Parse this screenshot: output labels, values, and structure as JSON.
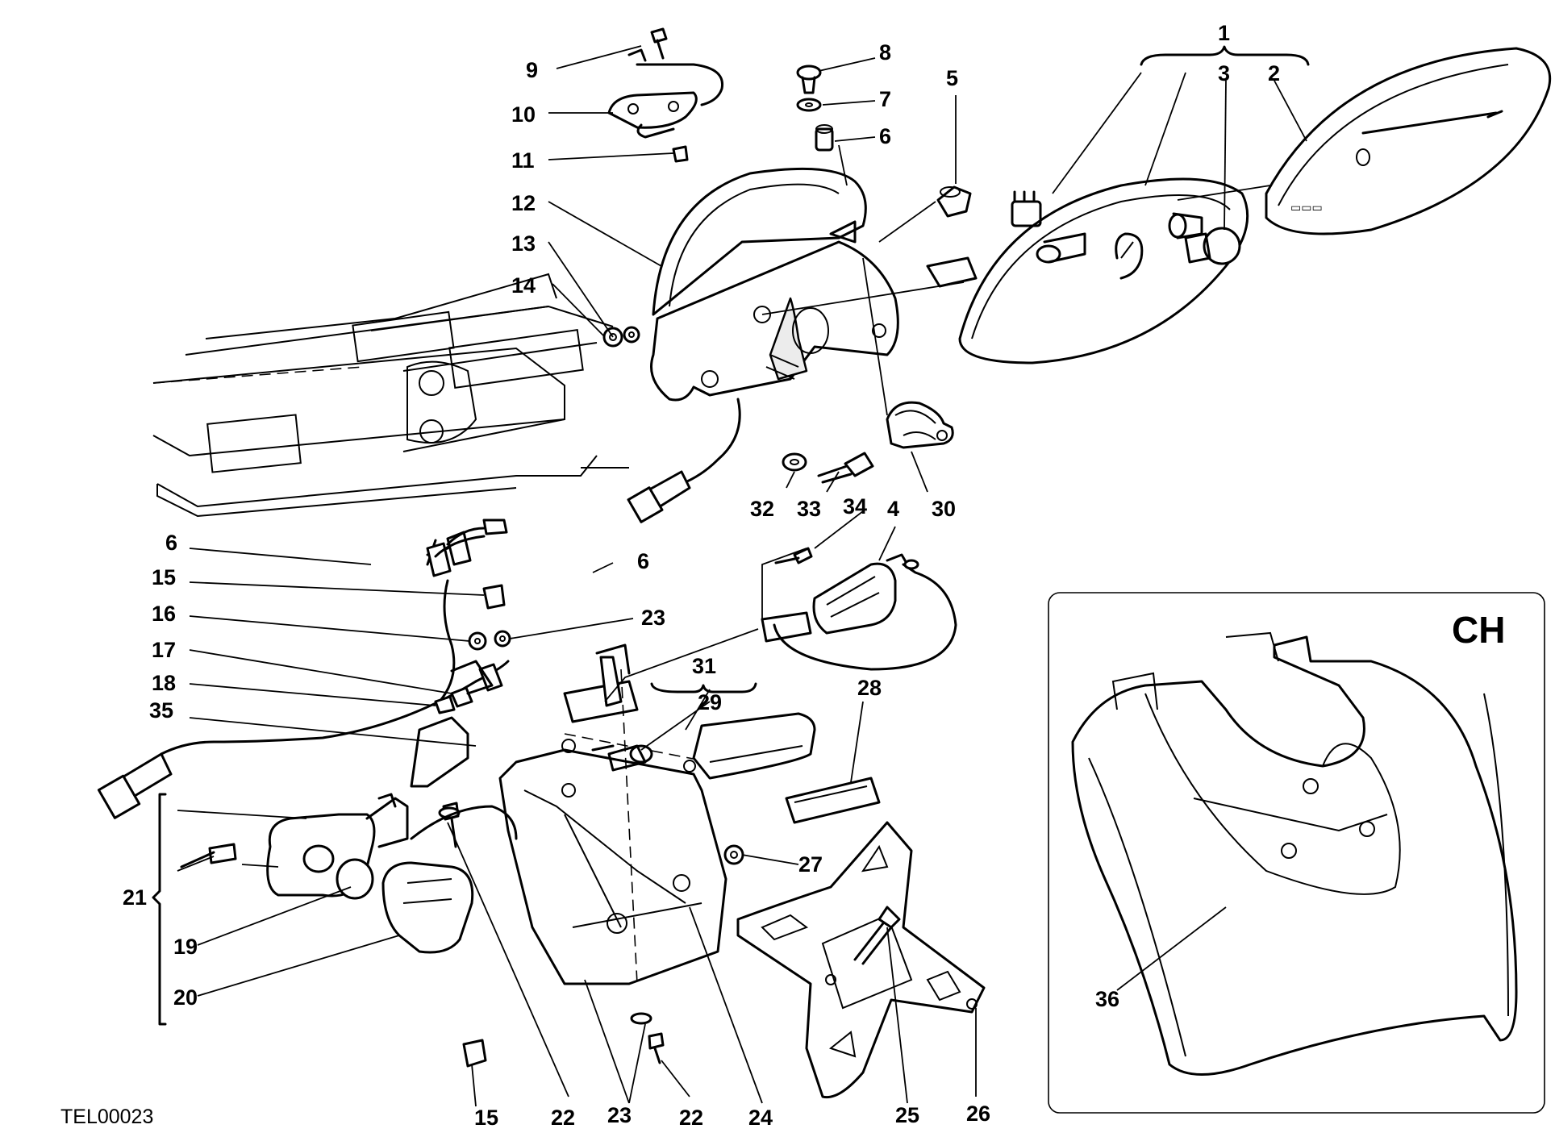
{
  "drawing_code": "TEL00023",
  "inset": {
    "title": "CH"
  },
  "callouts": {
    "c1": "1",
    "c2": "2",
    "c3": "3",
    "c4": "4",
    "c5": "5",
    "c6a": "6",
    "c6b": "6",
    "c6c": "6",
    "c7": "7",
    "c8": "8",
    "c9": "9",
    "c10": "10",
    "c11": "11",
    "c12": "12",
    "c13": "13",
    "c14": "14",
    "c15a": "15",
    "c15b": "15",
    "c16": "16",
    "c17": "17",
    "c18": "18",
    "c19": "19",
    "c20": "20",
    "c21": "21",
    "c22a": "22",
    "c22b": "22",
    "c23a": "23",
    "c23b": "23",
    "c24": "24",
    "c25": "25",
    "c26": "26",
    "c27": "27",
    "c28": "28",
    "c29": "29",
    "c30": "30",
    "c31": "31",
    "c32": "32",
    "c33": "33",
    "c34": "34",
    "c35": "35",
    "c36": "36"
  }
}
